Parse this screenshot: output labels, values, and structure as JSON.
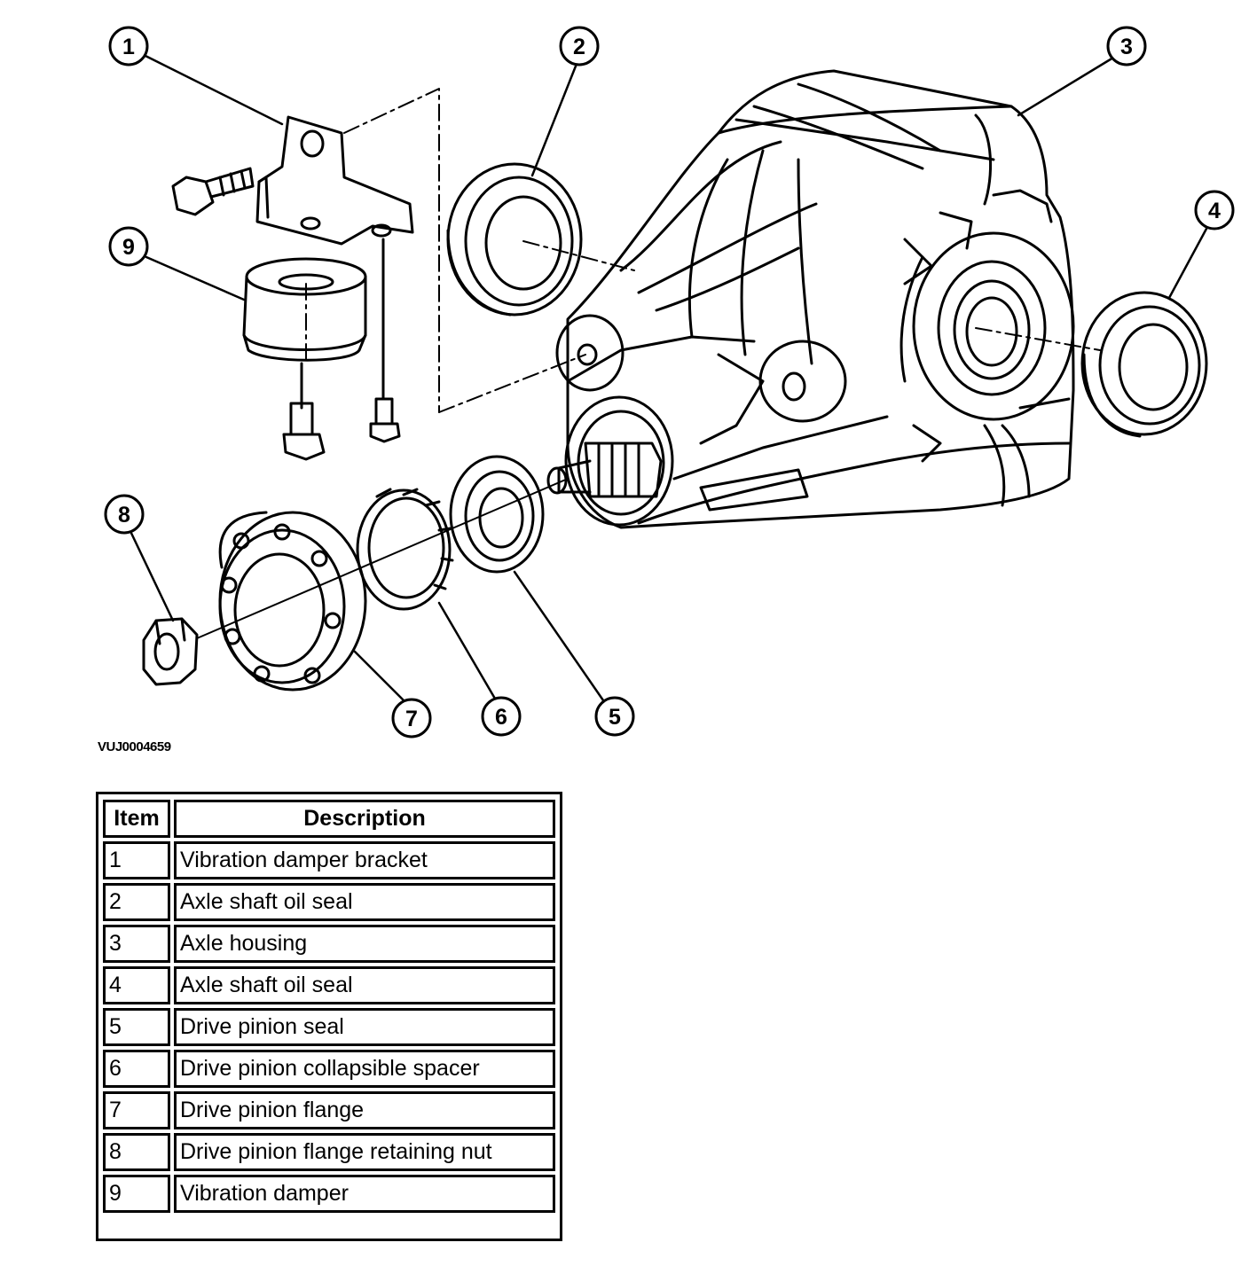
{
  "diagram": {
    "callouts": [
      "1",
      "2",
      "3",
      "4",
      "5",
      "6",
      "7",
      "8",
      "9"
    ],
    "figure_id": "VUJ0004659"
  },
  "legend": {
    "headers": {
      "item": "Item",
      "description": "Description"
    },
    "rows": [
      {
        "item": "1",
        "description": "Vibration damper bracket"
      },
      {
        "item": "2",
        "description": "Axle shaft oil seal"
      },
      {
        "item": "3",
        "description": "Axle housing"
      },
      {
        "item": "4",
        "description": "Axle shaft oil seal"
      },
      {
        "item": "5",
        "description": "Drive pinion seal"
      },
      {
        "item": "6",
        "description": "Drive pinion collapsible spacer"
      },
      {
        "item": "7",
        "description": "Drive pinion flange"
      },
      {
        "item": "8",
        "description": "Drive pinion flange retaining nut"
      },
      {
        "item": "9",
        "description": "Vibration damper"
      }
    ]
  }
}
